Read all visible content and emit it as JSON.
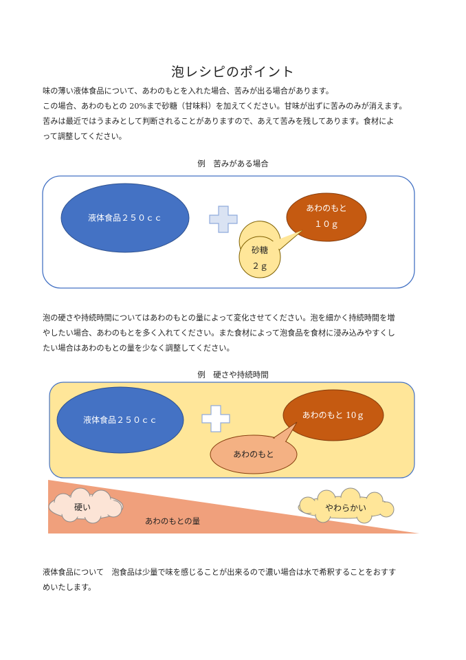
{
  "title": "泡レシピのポイント",
  "intro": {
    "lines": [
      "味の薄い液体食品について、あわのもとを入れた場合、苦みが出る場合があります。",
      "この場合、あわのもとの 20%まで砂糖（甘味料）を加えてください。甘味が出ずに苦みのみが消えます。",
      "苦みは最近ではうまみとして判断されることがありますので、あえて苦みを残してあります。食材によ",
      "って調整してください。"
    ]
  },
  "example1": {
    "caption": "例　苦みがある場合",
    "liquid": "液体食品２５０ｃｃ",
    "awa_line1": "あわのもと",
    "awa_line2": "１０ｇ",
    "sugar_line1": "砂糖",
    "sugar_line2": "２ｇ"
  },
  "middle": {
    "lines": [
      "泡の硬さや持続時間についてはあわのもとの量によって変化させてください。泡を細かく持続時間を増",
      "やしたい場合、あわのもとを多く入れてください。また食材によって泡食品を食材に浸み込みやすくし",
      "たい場合はあわのもとの量を少なく調整してください。"
    ]
  },
  "example2": {
    "caption": "例　硬さや持続時間",
    "liquid": "液体食品２５０ｃｃ",
    "awa": "あわのもと 10ｇ",
    "awa_bubble": "あわのもと",
    "hard": "硬い",
    "soft": "やわらかい",
    "amount_label": "あわのもとの量"
  },
  "footer": {
    "lines": [
      "液体食品について　泡食品は少量で味を感じることが出来るので濃い場合は水で希釈することをおすす",
      "めいたします。"
    ]
  },
  "colors": {
    "blue": "#4472c4",
    "orange": "#c55a11",
    "light_orange": "#f4b183",
    "cream": "#ffe699",
    "plus_fill": "#dae3f3",
    "ramp": "#f0a07c"
  }
}
